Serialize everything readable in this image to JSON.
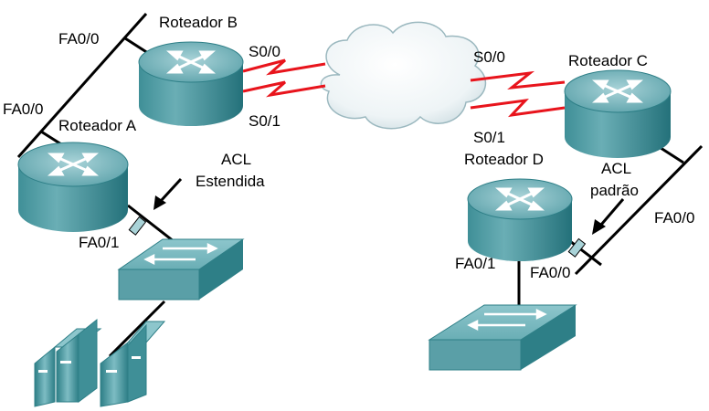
{
  "labels": {
    "router_a": "Roteador A",
    "router_b": "Roteador B",
    "router_c": "Roteador C",
    "router_d": "Roteador D",
    "a_fa00": "FA0/0",
    "b_fa00": "FA0/0",
    "a_fa01": "FA0/1",
    "b_s00": "S0/0",
    "b_s01": "S0/1",
    "c_s00": "S0/0",
    "c_s01": "S0/1",
    "c_fa00": "FA0/0",
    "d_fa00": "FA0/0",
    "d_fa01": "FA0/1",
    "acl_ext_1": "ACL",
    "acl_ext_2": "Estendida",
    "acl_std_1": "ACL",
    "acl_std_2": "padrão"
  },
  "colors": {
    "device_top": "#6fb5bd",
    "device_side": "#2e7f87",
    "serial_link": "#e8141c",
    "ethernet_link": "#000000"
  }
}
